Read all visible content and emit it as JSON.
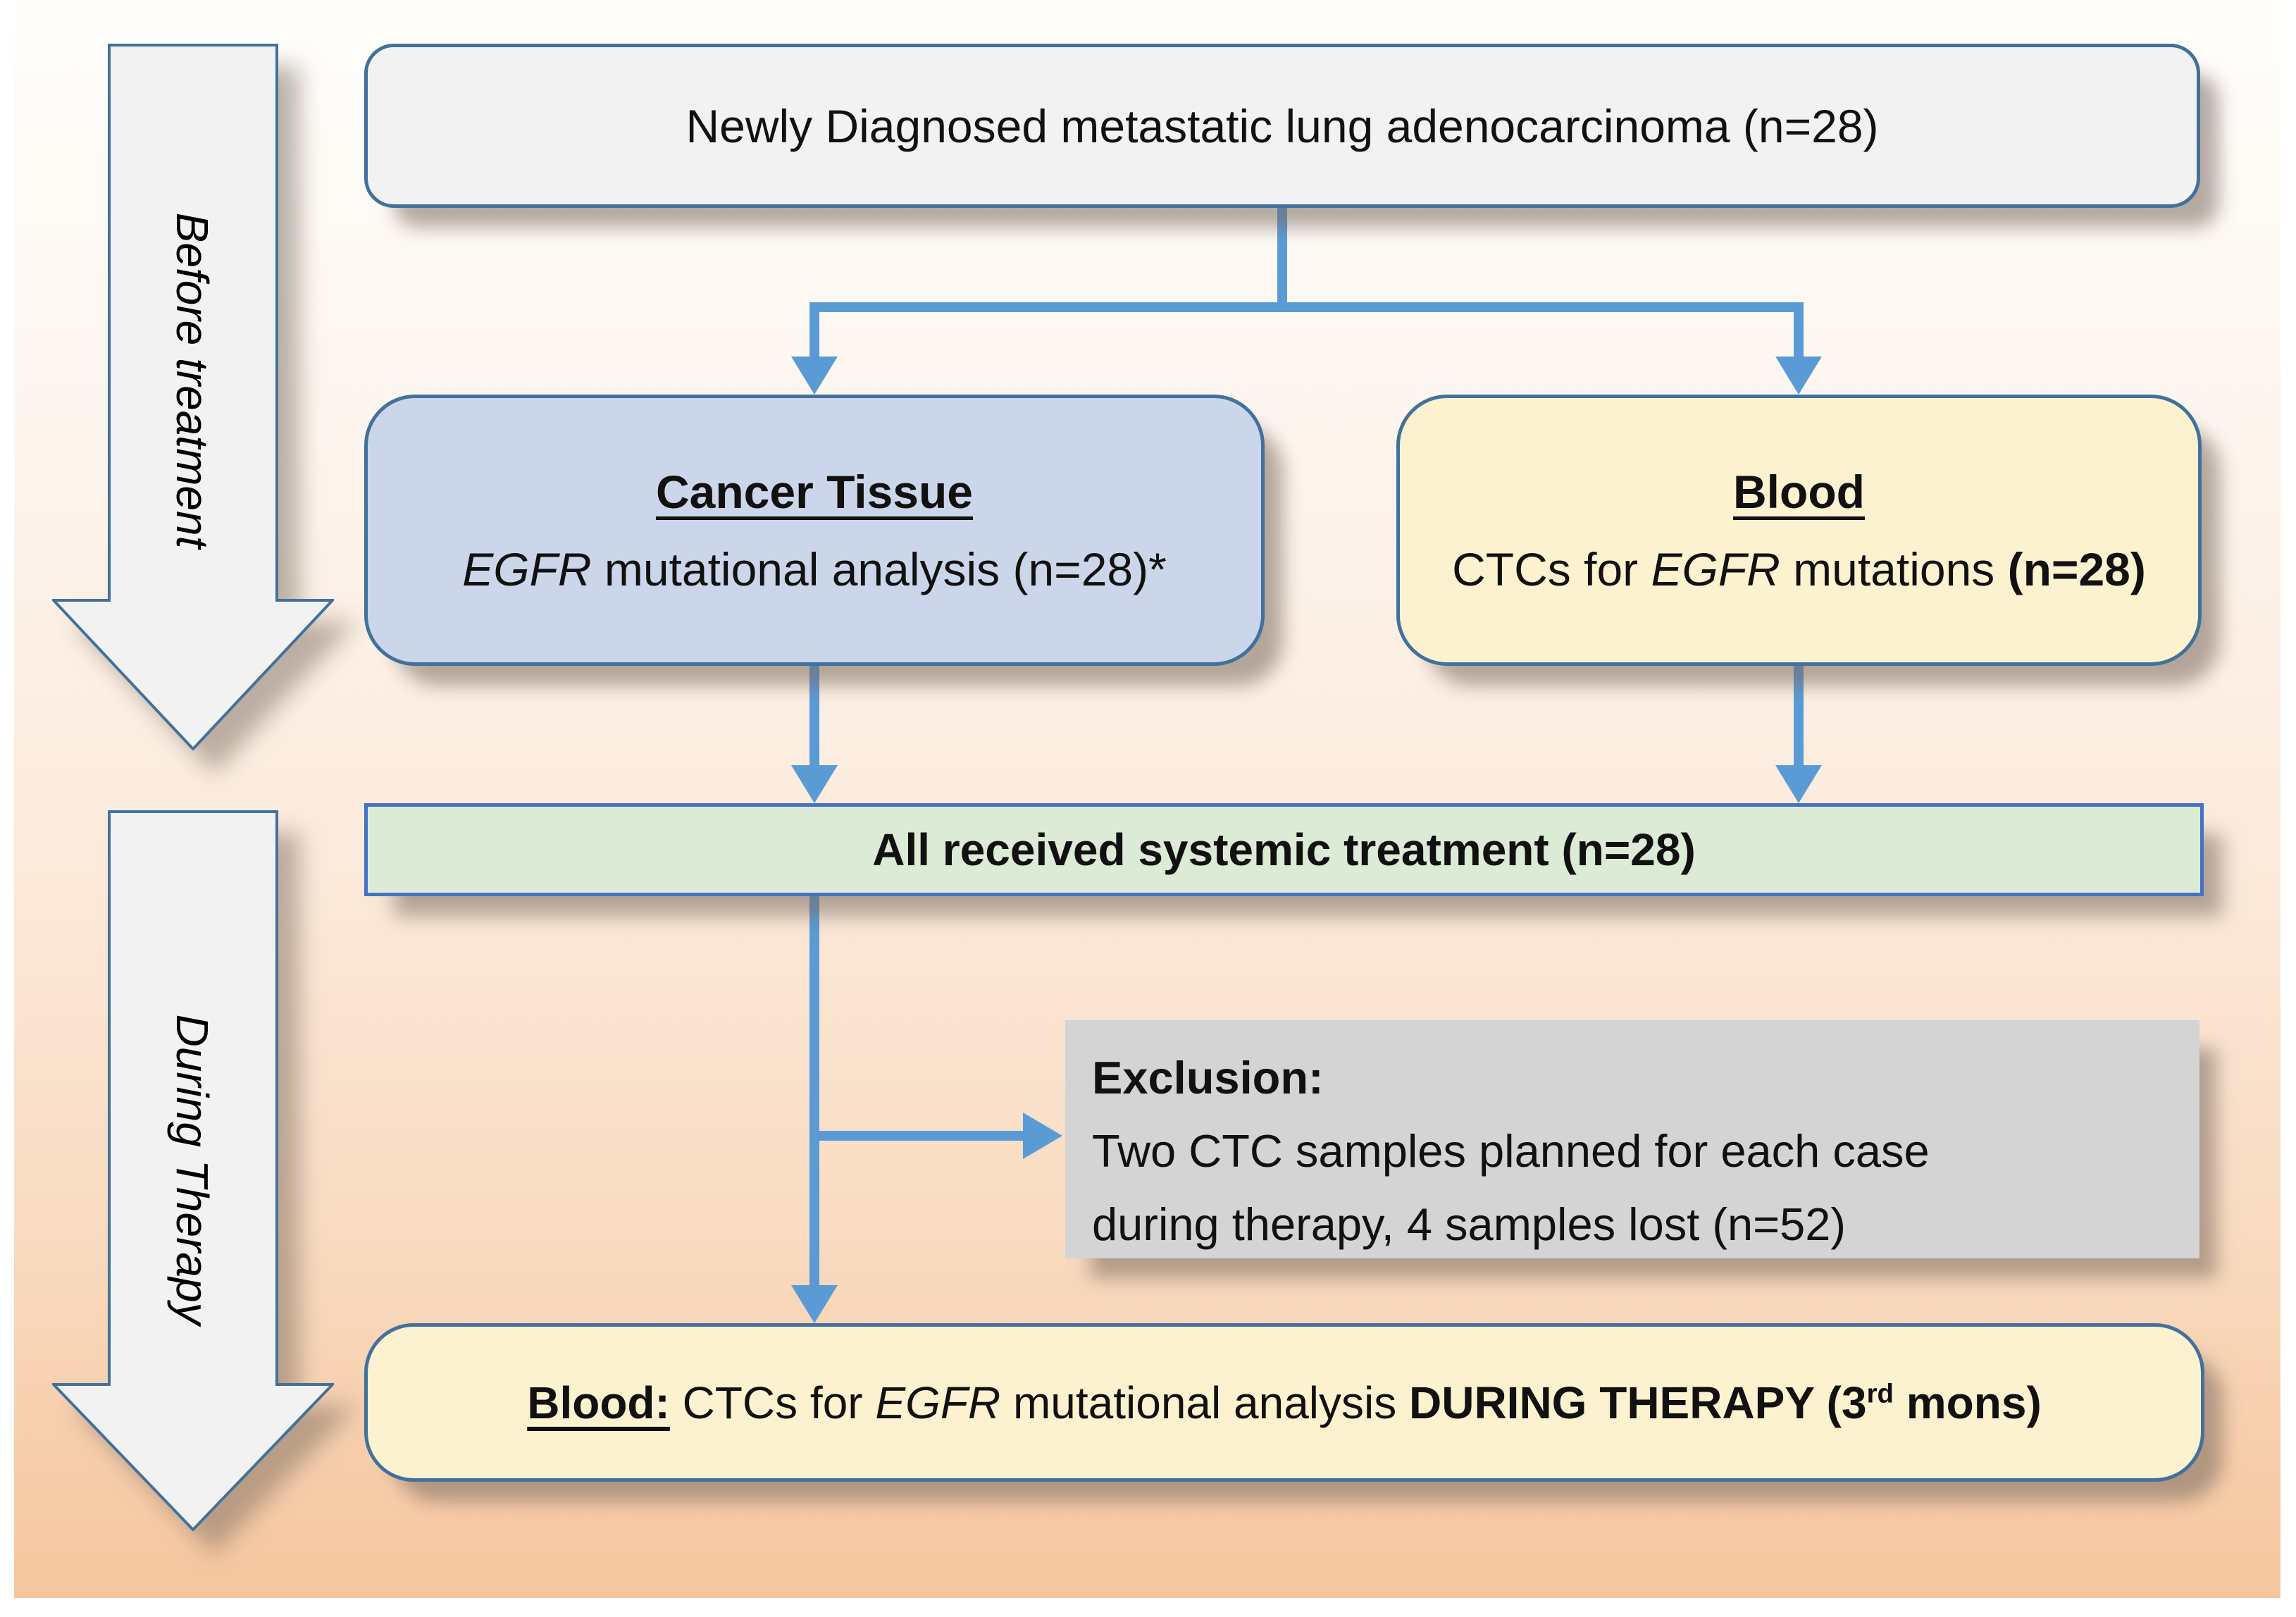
{
  "stages": {
    "before": {
      "label": "Before treatment"
    },
    "during": {
      "label": "During Therapy"
    }
  },
  "nodes": {
    "diagnosis": {
      "text": "Newly Diagnosed metastatic lung adenocarcinoma (n=28)"
    },
    "tissue": {
      "title": "Cancer Tissue",
      "egfr": "EGFR",
      "rest": " mutational analysis (n=28)*"
    },
    "blood": {
      "title": "Blood",
      "pre": "CTCs for ",
      "egfr": "EGFR",
      "mid": " mutations ",
      "n_bold": "(n=28)"
    },
    "treatment": {
      "text": "All received systemic treatment (n=28)"
    },
    "exclusion": {
      "title": "Exclusion:",
      "line1": "Two CTC samples planned for each case",
      "line2": "during therapy, 4 samples lost (n=52)"
    },
    "final": {
      "lead": "Blood:",
      "pre": " CTCs for ",
      "egfr": "EGFR",
      "mid": " mutational analysis ",
      "bold1": "DURING THERAPY (3",
      "sup": "rd",
      "bold2": " mons)"
    }
  },
  "colors": {
    "connector_blue": "#5b9bd5",
    "box_border_blue": "#41719c",
    "node_top_fill": "#f2f2f3",
    "tissue_fill": "#ccd6ea",
    "blood_fill": "#fdf2cf",
    "treatment_fill": "#dcebd5",
    "treatment_border": "#4472c4",
    "exclusion_fill": "#d4d4d4",
    "stage_arrow_fill": "#f2f2f3",
    "background_top": "#fffefb",
    "background_mid": "#fcebdd",
    "background_bottom": "#f5c69e"
  }
}
